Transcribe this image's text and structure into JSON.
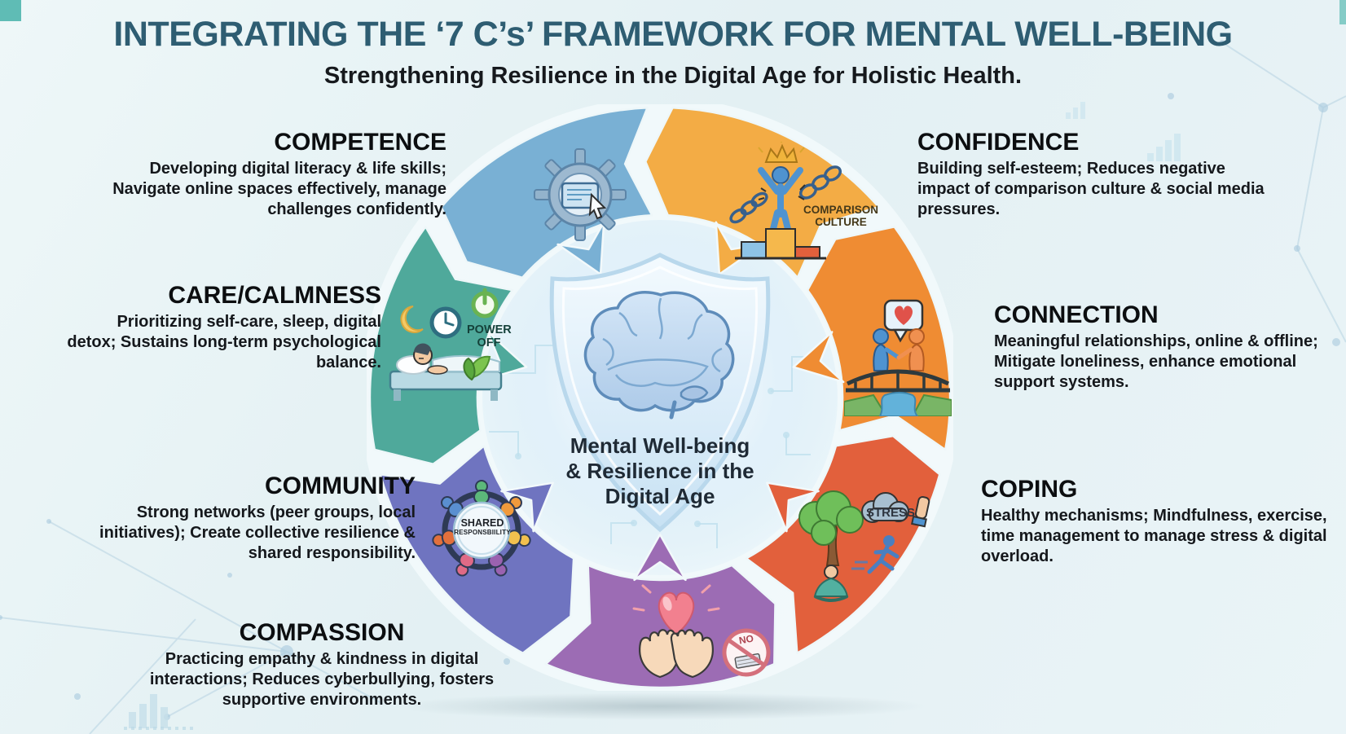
{
  "title": "INTEGRATING THE ‘7 C’s’ FRAMEWORK FOR MENTAL WELL-BEING",
  "subtitle": "Strengthening Resilience in the Digital Age for Holistic Health.",
  "center": {
    "lines": [
      "Mental Well-being",
      "& Resilience in the",
      "Digital Age"
    ],
    "label": "Mental Well-being & Resilience in the Digital Age"
  },
  "theme": {
    "title_color": "#2e5d72",
    "background": "#e9f3f5",
    "heading_color": "#0c0e10"
  },
  "sections": [
    {
      "id": "competence",
      "name": "COMPETENCE",
      "description": "Developing digital literacy & life skills; Navigate online spaces effectively, manage challenges confidently.",
      "color": "#79b0d4",
      "icon": "gear-screen-cursor-icon"
    },
    {
      "id": "confidence",
      "name": "CONFIDENCE",
      "description": "Building self-esteem; Reduces negative impact of comparison culture & social media pressures.",
      "color": "#f3ac45",
      "icon": "person-crown-breaking-chains-podium-icon",
      "icon_caption_lines": [
        "COMPARISON",
        "CULTURE"
      ]
    },
    {
      "id": "connection",
      "name": "CONNECTION",
      "description": "Meaningful relationships, online & offline; Mitigate loneliness, enhance emotional support systems.",
      "color": "#ef8c33",
      "icon": "people-handshake-bridge-heart-icon"
    },
    {
      "id": "coping",
      "name": "COPING",
      "description": "Healthy mechanisms; Mindfulness, exercise, time management to manage stress & digital overload.",
      "color": "#e2603c",
      "icon": "tree-meditation-runner-stress-cloud-icon",
      "icon_caption": "STRESS"
    },
    {
      "id": "compassion",
      "name": "COMPASSION",
      "description": "Practicing empathy & kindness in digital interactions; Reduces cyberbullying, fosters supportive environments.",
      "color": "#9c6cb4",
      "icon": "hands-holding-heart-no-sign-icon",
      "icon_caption": "NO"
    },
    {
      "id": "community",
      "name": "COMMUNITY",
      "description": "Strong networks (peer groups, local initiatives); Create collective resilience & shared responsibility.",
      "color": "#6f74c0",
      "icon": "people-circle-icon",
      "icon_caption_lines": [
        "SHARED",
        "RESPONSBIILITY"
      ]
    },
    {
      "id": "care",
      "name": "CARE/CALMNESS",
      "description": "Prioritizing self-care, sleep, digital detox; Sustains long-term psychological balance.",
      "color": "#4fa99b",
      "icon": "sleeping-person-moon-clock-power-off-leaf-icon",
      "icon_caption_lines": [
        "POWER",
        "OFF"
      ]
    }
  ],
  "wheel": {
    "order": [
      "confidence",
      "connection",
      "coping",
      "compassion",
      "community",
      "care",
      "competence"
    ]
  }
}
